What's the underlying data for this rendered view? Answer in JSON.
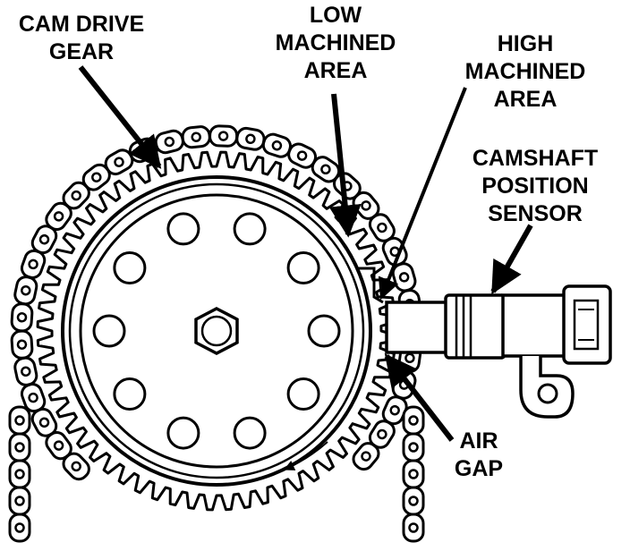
{
  "labels": {
    "cam_drive_gear": [
      "CAM DRIVE",
      "GEAR"
    ],
    "low_machined_area": [
      "LOW",
      "MACHINED",
      "AREA"
    ],
    "high_machined_area": [
      "HIGH",
      "MACHINED",
      "AREA"
    ],
    "camshaft_position_sensor": [
      "CAMSHAFT",
      "POSITION",
      "SENSOR"
    ],
    "air_gap": [
      "AIR",
      "GAP"
    ]
  },
  "colors": {
    "ink": "#000000",
    "paper": "#ffffff"
  },
  "icons": [
    "hex-bolt-icon",
    "rotation-arrow-icon"
  ]
}
